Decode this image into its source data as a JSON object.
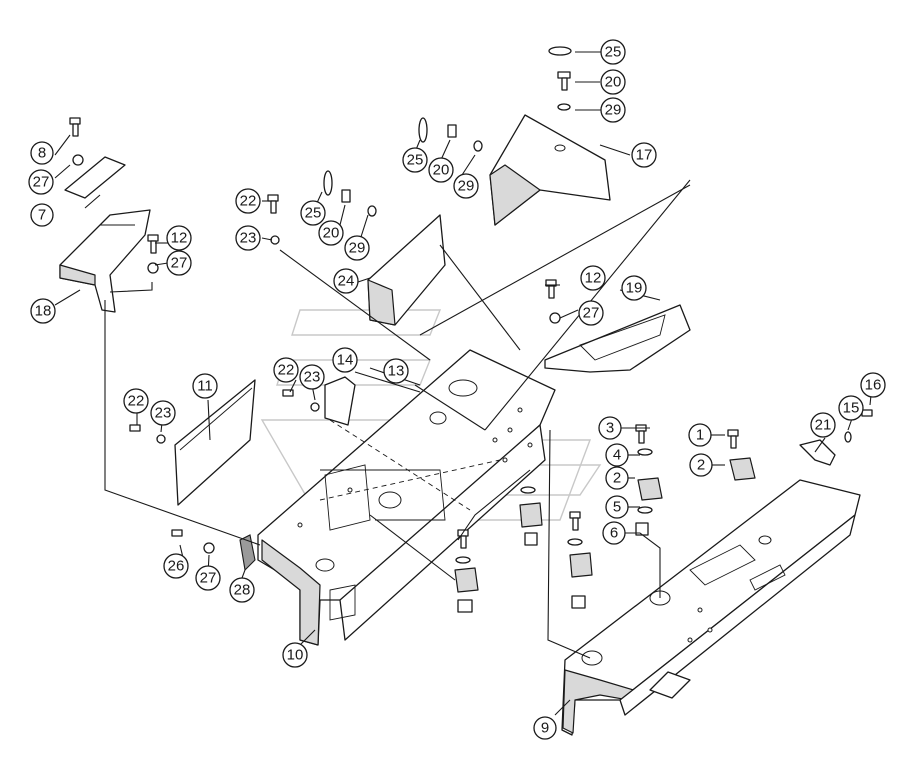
{
  "diagram": {
    "callout_labels": [
      "1",
      "2",
      "2",
      "3",
      "4",
      "5",
      "6",
      "7",
      "8",
      "9",
      "10",
      "11",
      "12",
      "12",
      "13",
      "14",
      "15",
      "16",
      "17",
      "18",
      "19",
      "20",
      "20",
      "20",
      "21",
      "22",
      "22",
      "22",
      "23",
      "23",
      "23",
      "24",
      "25",
      "25",
      "25",
      "26",
      "27",
      "27",
      "27",
      "27",
      "28",
      "29",
      "29",
      "29"
    ],
    "line_color": "#1a1a1a",
    "fill_color": "#ffffff",
    "shade_color": "#d9d9d9",
    "watermark_color": "#c8c8c8"
  }
}
